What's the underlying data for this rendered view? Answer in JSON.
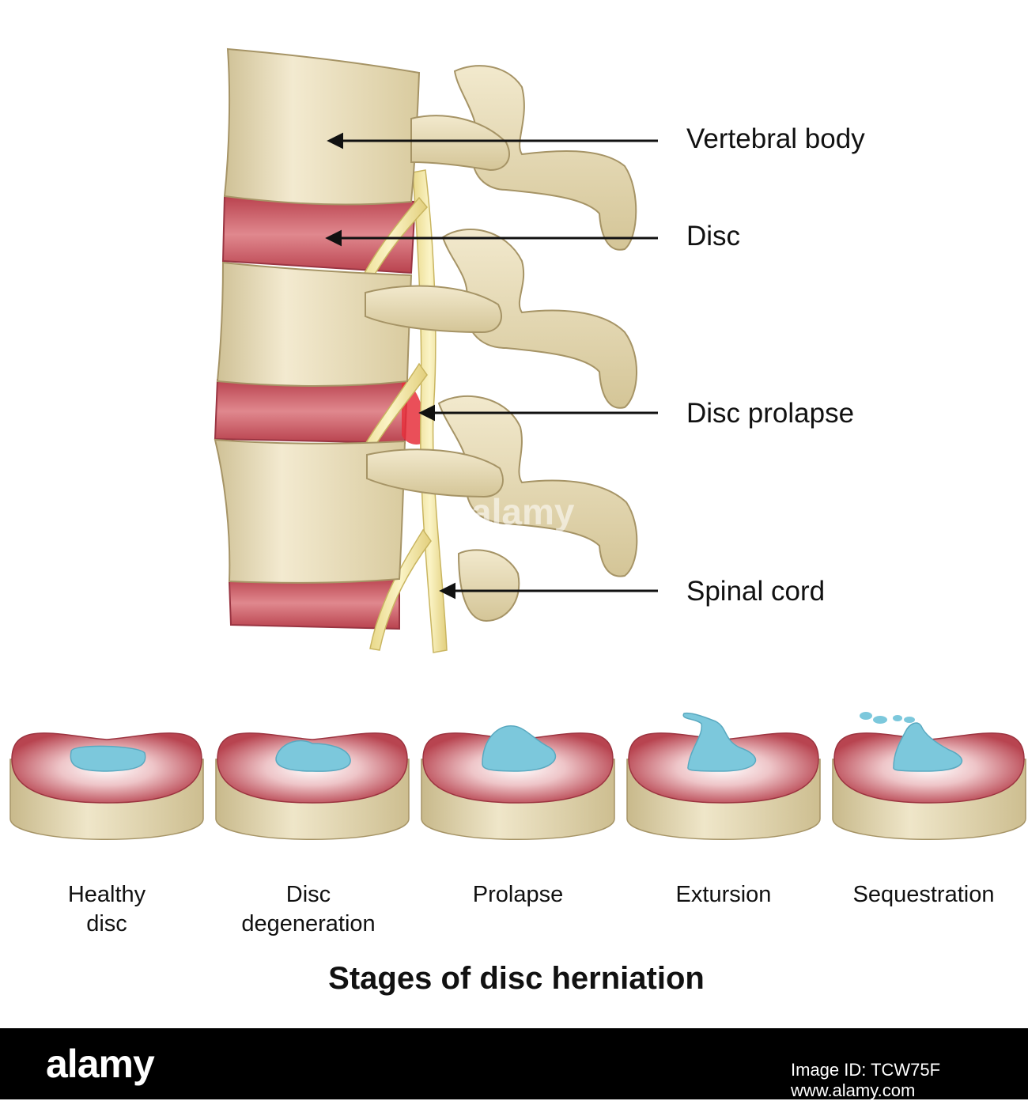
{
  "labels": {
    "vertebral_body": "Vertebral body",
    "disc": "Disc",
    "disc_prolapse": "Disc prolapse",
    "spinal_cord": "Spinal cord"
  },
  "stages": [
    {
      "line1": "Healthy",
      "line2": "disc"
    },
    {
      "line1": "Disc",
      "line2": "degeneration"
    },
    {
      "line1": "Prolapse",
      "line2": ""
    },
    {
      "line1": "Extursion",
      "line2": ""
    },
    {
      "line1": "Sequestration",
      "line2": ""
    }
  ],
  "title": "Stages of disc herniation",
  "watermark": "alamy",
  "footer": {
    "logo": "alamy",
    "image_id_label": "Image ID: TCW75F",
    "url": "www.alamy.com"
  },
  "colors": {
    "bone": "#e8dcb4",
    "disc": "#c85a64",
    "nucleus": "#7cc8dc",
    "cord": "#f2e6a2",
    "prolapse_highlight": "#e6303c"
  }
}
